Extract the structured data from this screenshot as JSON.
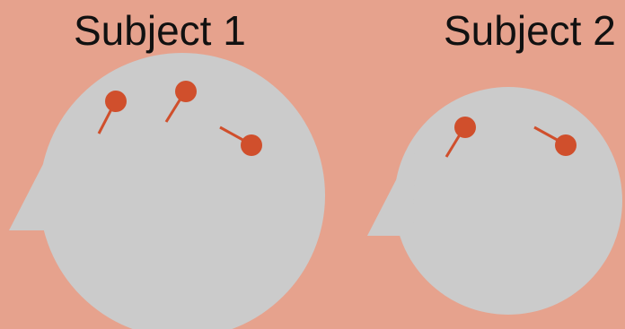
{
  "colors": {
    "background": "#e6a28d",
    "head": "#cbcbcb",
    "electrode": "#d04f2c"
  },
  "subjects": [
    {
      "label": "Subject 1",
      "electrode_count": 3
    },
    {
      "label": "Subject 2",
      "electrode_count": 2
    }
  ]
}
